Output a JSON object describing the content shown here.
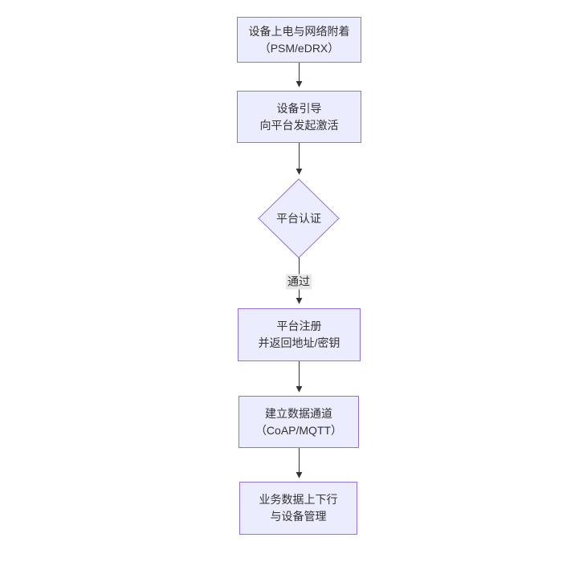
{
  "diagram": {
    "type": "flowchart",
    "direction": "top-down",
    "colors": {
      "background": "#ffffff",
      "node_fill": "#ECECFF",
      "node_border": "#9370DB",
      "text": "#333333",
      "arrow": "#333333",
      "edge_label_bg": "#e8e8e8"
    },
    "nodes": [
      {
        "id": "power-attach",
        "shape": "rect",
        "line1": "设备上电与网络附着",
        "line2": "（PSM/eDRX）"
      },
      {
        "id": "bootstrap",
        "shape": "rect",
        "line1": "设备引导",
        "line2": "向平台发起激活"
      },
      {
        "id": "platform-auth",
        "shape": "diamond",
        "line1": "平台认证",
        "line2": ""
      },
      {
        "id": "register",
        "shape": "rect",
        "line1": "平台注册",
        "line2": "并返回地址/密钥"
      },
      {
        "id": "data-channel",
        "shape": "rect",
        "line1": "建立数据通道",
        "line2": "（CoAP/MQTT）"
      },
      {
        "id": "business-data",
        "shape": "rect",
        "line1": "业务数据上下行",
        "line2": "与设备管理"
      }
    ],
    "edges": [
      {
        "from": "power-attach",
        "to": "bootstrap",
        "label": ""
      },
      {
        "from": "bootstrap",
        "to": "platform-auth",
        "label": ""
      },
      {
        "from": "platform-auth",
        "to": "register",
        "label": "通过"
      },
      {
        "from": "register",
        "to": "data-channel",
        "label": ""
      },
      {
        "from": "data-channel",
        "to": "business-data",
        "label": ""
      }
    ]
  }
}
